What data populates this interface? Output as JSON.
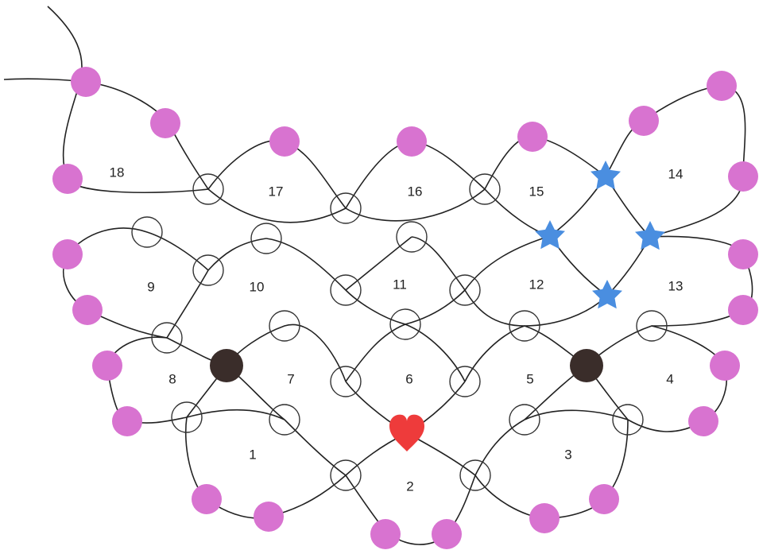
{
  "cells": [
    {
      "label": "1"
    },
    {
      "label": "2"
    },
    {
      "label": "3"
    },
    {
      "label": "4"
    },
    {
      "label": "5"
    },
    {
      "label": "6"
    },
    {
      "label": "7"
    },
    {
      "label": "8"
    },
    {
      "label": "9"
    },
    {
      "label": "10"
    },
    {
      "label": "11"
    },
    {
      "label": "12"
    },
    {
      "label": "13"
    },
    {
      "label": "14"
    },
    {
      "label": "15"
    },
    {
      "label": "16"
    },
    {
      "label": "17"
    },
    {
      "label": "18"
    }
  ],
  "colors": {
    "pink_bead": "#d873d0",
    "dark_bead": "#3a2d2a",
    "heart_bead": "#ee3b3b",
    "star_bead": "#4a8ee0",
    "thread": "#222222"
  },
  "bead_types": [
    "pink-bead",
    "clear-bead",
    "dark-bead",
    "heart-bead",
    "star-bead"
  ]
}
